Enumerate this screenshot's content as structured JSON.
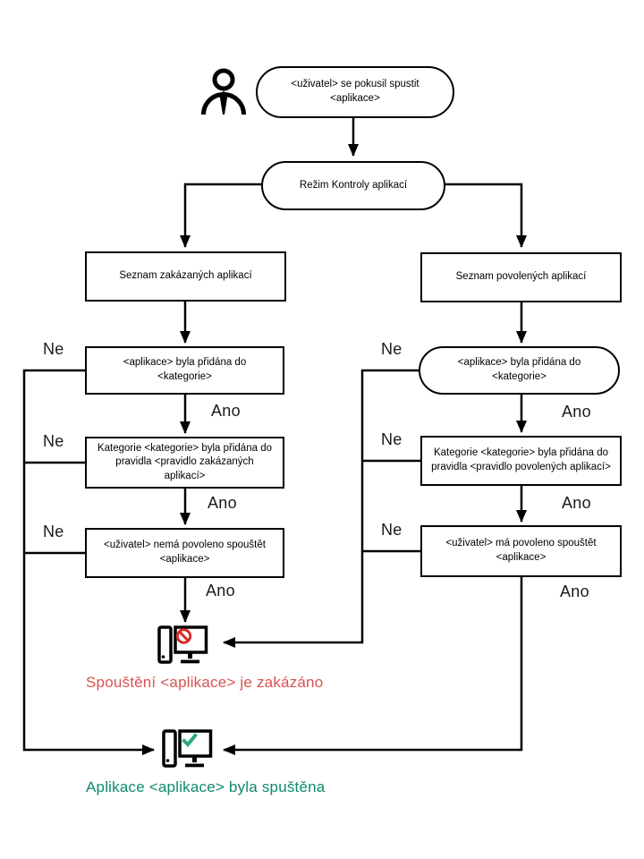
{
  "flowchart": {
    "start": "<uživatel> se pokusil spustit\n<aplikace>",
    "mode": "Režim Kontroly aplikací",
    "left_branch": {
      "list": "Seznam zakázaných aplikací",
      "category_check": "<aplikace>  byla přidána do  <kategorie>",
      "rule_check": "Kategorie <kategorie> byla přidána do\npravidla <pravidlo zakázaných aplikací>",
      "permission_check": "<uživatel> nemá povoleno spouštět\n<aplikace>"
    },
    "right_branch": {
      "list": "Seznam povolených aplikací",
      "category_check": "<aplikace>  byla přidána do  <kategorie>",
      "rule_check": "Kategorie <kategorie> byla přidána do\npravidla <pravidlo povolených aplikací>",
      "permission_check": "<uživatel> má povoleno spouštět\n<aplikace>"
    },
    "labels": {
      "yes": "Ano",
      "no": "Ne"
    },
    "results": {
      "denied": "Spouštění  <aplikace>  je zakázáno",
      "allowed": "Aplikace <aplikace> byla  spuštěna"
    },
    "colors": {
      "denied": "#d9534f",
      "denied_icon": "#d32d2d",
      "allowed": "#0f8a6e",
      "allowed_icon": "#2aa876",
      "line": "#000000"
    },
    "icons": {
      "user": "user-icon",
      "denied": "computer-blocked-icon",
      "allowed": "computer-ok-icon"
    }
  }
}
